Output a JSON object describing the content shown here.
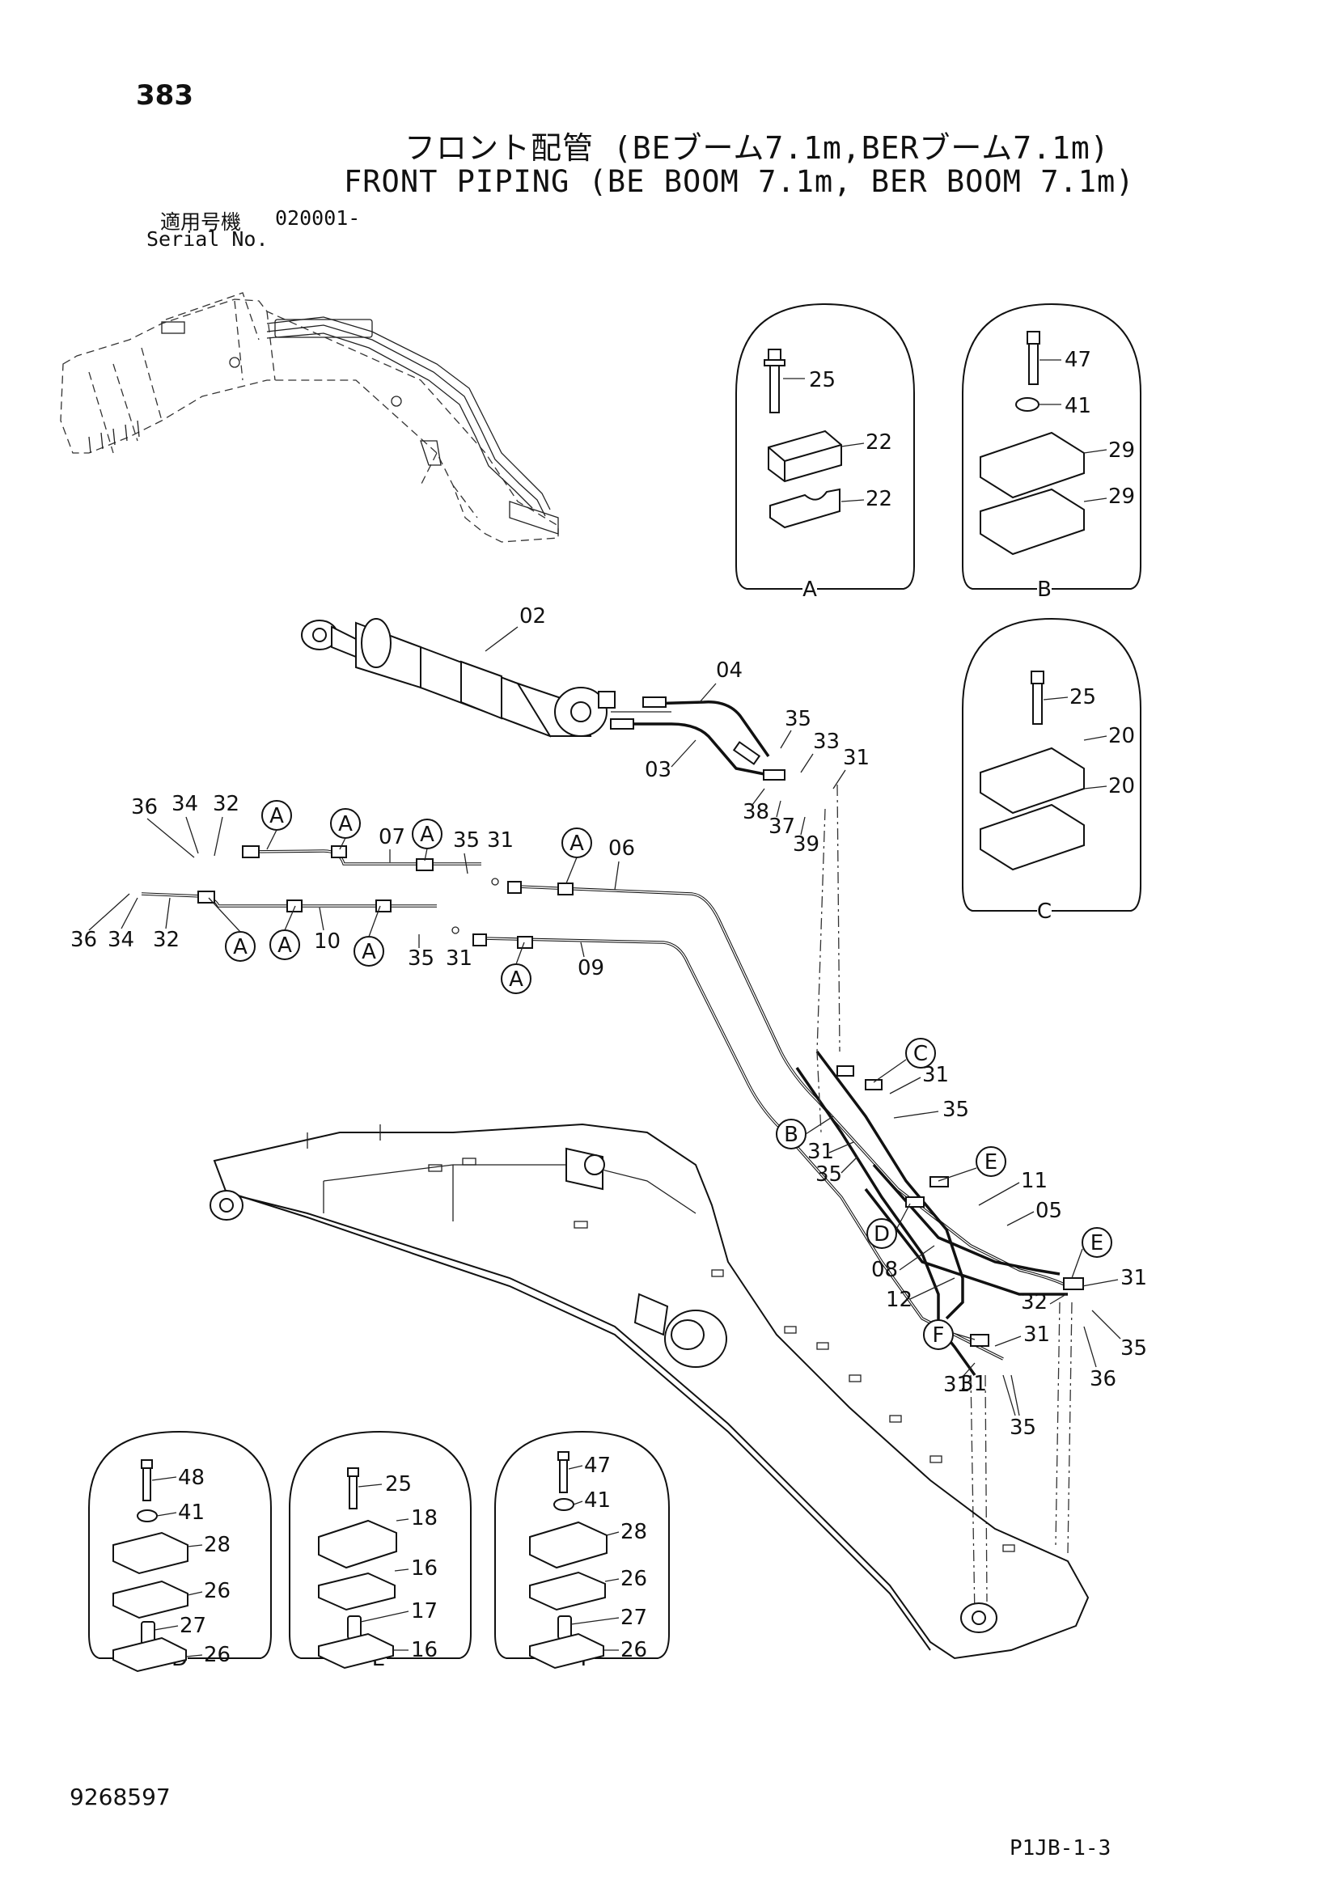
{
  "header": {
    "page_number": "383",
    "title_jp": "フロント配管 (BEブーム7.1m,BERブーム7.1m)",
    "title_en": "FRONT PIPING (BE BOOM 7.1m, BER BOOM 7.1m)",
    "serial_label_jp": "適用号機",
    "serial_value": "020001-",
    "serial_label_en": "Serial No."
  },
  "footer": {
    "doc_number": "9268597",
    "page_code": "P1JB-1-3"
  },
  "detail_views": {
    "A": {
      "label": "A",
      "parts": [
        "25",
        "22",
        "22"
      ]
    },
    "B": {
      "label": "B",
      "parts": [
        "47",
        "41",
        "29",
        "29"
      ]
    },
    "C": {
      "label": "C",
      "parts": [
        "25",
        "20",
        "20"
      ]
    },
    "D": {
      "label": "D",
      "parts": [
        "48",
        "41",
        "28",
        "26",
        "27",
        "26"
      ]
    },
    "E": {
      "label": "E",
      "parts": [
        "25",
        "18",
        "16",
        "17",
        "16"
      ]
    },
    "F": {
      "label": "F",
      "parts": [
        "47",
        "41",
        "28",
        "26",
        "27",
        "26"
      ]
    }
  },
  "callouts": [
    {
      "label": "02"
    },
    {
      "label": "04"
    },
    {
      "label": "35"
    },
    {
      "label": "33"
    },
    {
      "label": "31"
    },
    {
      "label": "03"
    },
    {
      "label": "38"
    },
    {
      "label": "37"
    },
    {
      "label": "39"
    },
    {
      "label": "36"
    },
    {
      "label": "34"
    },
    {
      "label": "32"
    },
    {
      "label": "07"
    },
    {
      "label": "35"
    },
    {
      "label": "31"
    },
    {
      "label": "06"
    },
    {
      "label": "36"
    },
    {
      "label": "34"
    },
    {
      "label": "32"
    },
    {
      "label": "10"
    },
    {
      "label": "35"
    },
    {
      "label": "31"
    },
    {
      "label": "09"
    },
    {
      "label": "31"
    },
    {
      "label": "35"
    },
    {
      "label": "31"
    },
    {
      "label": "35"
    },
    {
      "label": "11"
    },
    {
      "label": "05"
    },
    {
      "label": "08"
    },
    {
      "label": "12"
    },
    {
      "label": "31"
    },
    {
      "label": "31"
    },
    {
      "label": "32"
    },
    {
      "label": "35"
    },
    {
      "label": "36"
    },
    {
      "label": "31"
    },
    {
      "label": "31"
    },
    {
      "label": "35"
    }
  ],
  "view_markers": [
    {
      "label": "A"
    },
    {
      "label": "A"
    },
    {
      "label": "A"
    },
    {
      "label": "A"
    },
    {
      "label": "A"
    },
    {
      "label": "A"
    },
    {
      "label": "A"
    },
    {
      "label": "A"
    },
    {
      "label": "C"
    },
    {
      "label": "B"
    },
    {
      "label": "E"
    },
    {
      "label": "D"
    },
    {
      "label": "E"
    },
    {
      "label": "F"
    }
  ]
}
